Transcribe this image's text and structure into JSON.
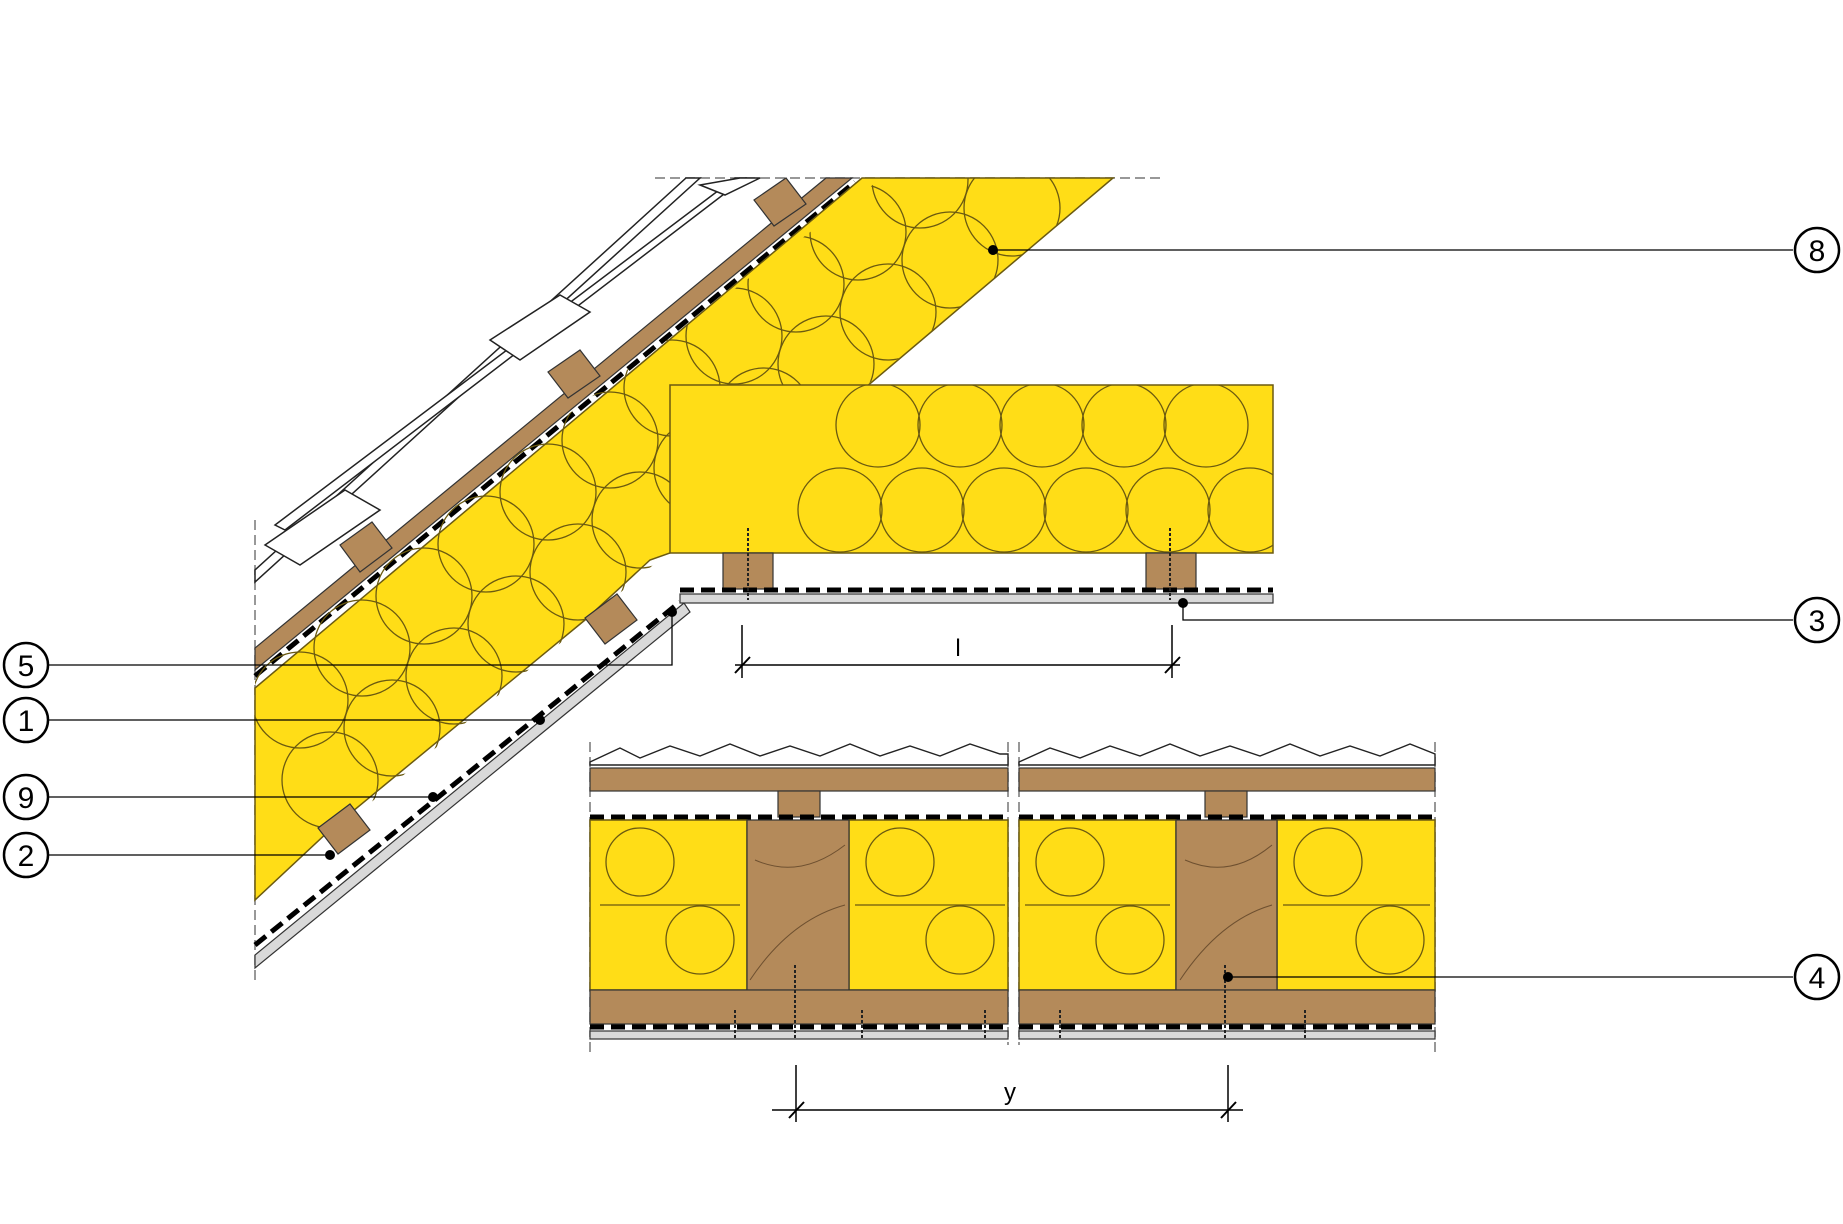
{
  "diagram": {
    "colors": {
      "insulation": "#ffdd17",
      "insulation_line": "#6b5a10",
      "timber": "#b48a5a",
      "osb": "#b48a5a",
      "board": "#d9d9d9",
      "membrane": "#000000",
      "line": "#000000"
    },
    "callouts": {
      "c8": "8",
      "c3": "3",
      "c5": "5",
      "c1": "1",
      "c9": "9",
      "c2": "2",
      "c4": "4"
    },
    "dimensions": {
      "spacing_l": "l",
      "spacing_y": "y"
    }
  }
}
